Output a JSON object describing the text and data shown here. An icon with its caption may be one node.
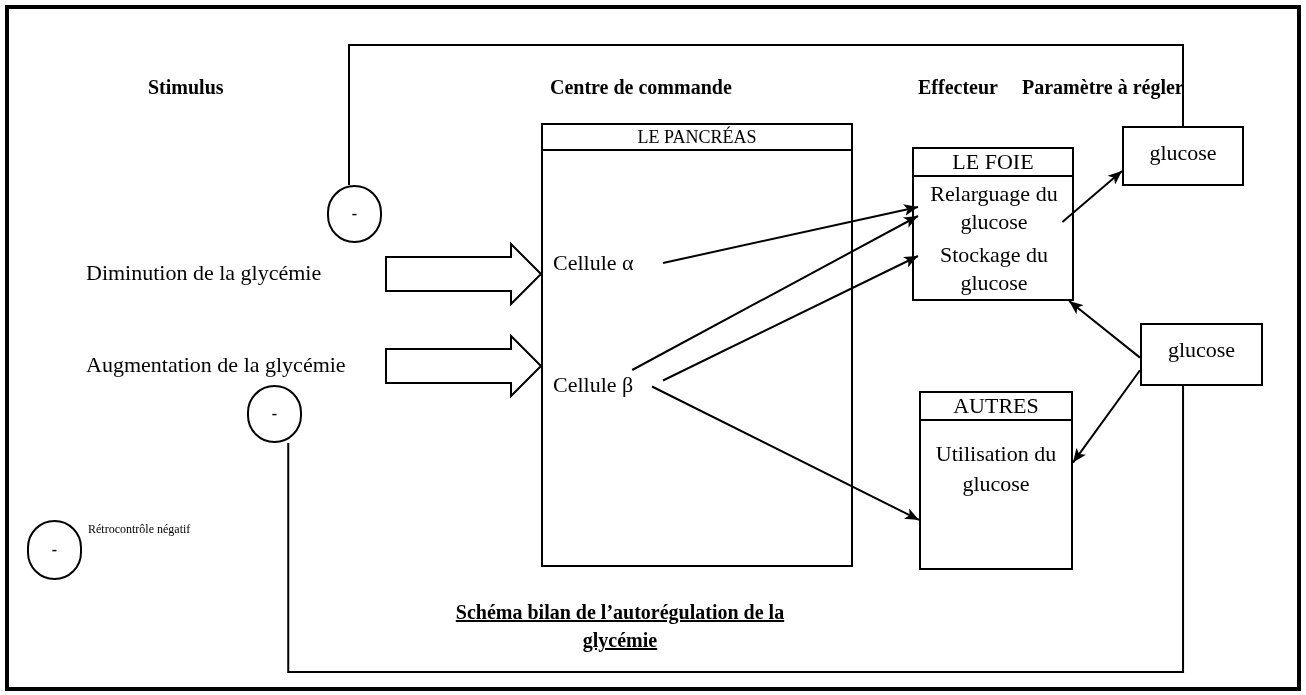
{
  "diagram": {
    "caption": "Schéma bilan de l’autorégulation de la glycémie",
    "nodes": [
      {
        "text": [
          "Diminution de la glycémie"
        ]
      },
      {
        "text": [
          "Augmentation de la glycémie"
        ]
      },
      {
        "text": [
          "LE PANCRÉAS"
        ]
      },
      {
        "text": [
          "Cellule α"
        ],
        "in": 2
      },
      {
        "text": [
          "Cellule β"
        ],
        "in": 2
      },
      {
        "text": [
          "LE FOIE"
        ]
      },
      {
        "text": [
          "Relarguage du glucose"
        ],
        "in": 5
      },
      {
        "text": [
          "Stockage du glucose"
        ],
        "in": 5
      },
      {
        "text": [
          "AUTRES",
          "Utilisation du glucose"
        ]
      },
      {
        "text": [
          "glucose"
        ]
      },
      {
        "text": [
          "glucose"
        ]
      },
      {
        "text": [
          "-"
        ]
      },
      {
        "text": [
          "-"
        ]
      },
      {
        "text": [
          "-"
        ],
        "beside": [
          "Rétrocontrôle négatif"
        ]
      }
    ],
    "edges": [
      {
        "from": 0,
        "to": 2,
        "arrow": "to",
        "style": "thick"
      },
      {
        "from": 1,
        "to": 2,
        "arrow": "to",
        "style": "thick"
      },
      {
        "from": 3,
        "to": 6,
        "arrow": "to"
      },
      {
        "from": 4,
        "to": 6,
        "arrow": "to"
      },
      {
        "from": 4,
        "to": 7,
        "arrow": "to"
      },
      {
        "from": 4,
        "to": 8,
        "arrow": "to"
      },
      {
        "from": 6,
        "to": 9,
        "arrow": "to"
      },
      {
        "from": 10,
        "to": 5,
        "arrow": "to"
      },
      {
        "from": 10,
        "to": 8,
        "arrow": "to"
      },
      {
        "from": 9,
        "to": 11,
        "arrow": "none"
      },
      {
        "from": 10,
        "to": 12,
        "arrow": "none"
      }
    ],
    "labels": [
      "Stimulus",
      "Centre de commande",
      "Effecteur",
      "Paramètre à régler"
    ]
  }
}
